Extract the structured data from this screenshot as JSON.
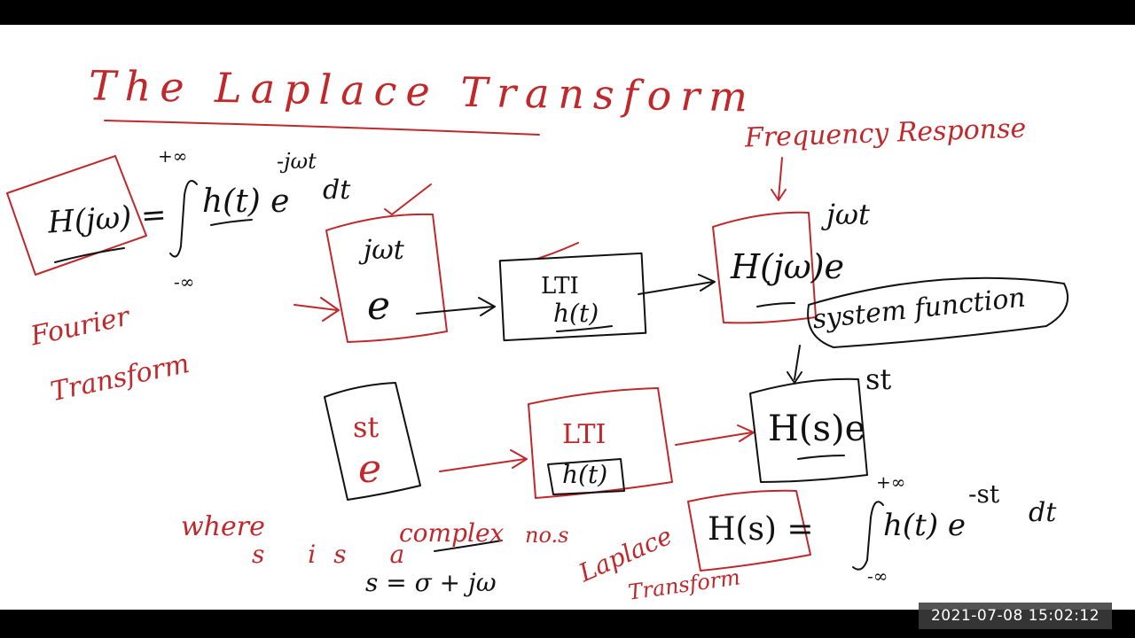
{
  "title": "The Laplace Transform",
  "fourier": {
    "label_line1": "Fourier",
    "label_line2": "Transform",
    "lhs": "H(jω) =",
    "upper_limit": "+∞",
    "lower_limit": "-∞",
    "integrand": "h(t) e",
    "exponent": "-jωt",
    "dt": "dt"
  },
  "frequency_response_label": "Frequency Response",
  "top_path": {
    "input_exponent": "jωt",
    "input_base": "e",
    "lti_line1": "LTI",
    "lti_line2": "h(t)",
    "output_base": "H(jω)e",
    "output_exponent": "jωt"
  },
  "system_function_label": "system function",
  "bottom_path": {
    "input_exponent": "st",
    "input_base": "e",
    "lti_line1": "LTI",
    "lti_line2": "h(t)",
    "output_base": "H(s)e",
    "output_exponent": "st"
  },
  "where_note": {
    "line1": "where",
    "line2_s_is_a": "s is a",
    "line2_complex": "complex",
    "line2_nos": "no.s",
    "equation": "s = σ + jω"
  },
  "laplace": {
    "label_line1": "Laplace",
    "label_line2": "Transform",
    "lhs": "H(s) =",
    "upper_limit": "+∞",
    "lower_limit": "-∞",
    "integrand": "h(t) e",
    "exponent": "-st",
    "dt": "dt"
  },
  "timestamp": "2021-07-08  15:02:12"
}
